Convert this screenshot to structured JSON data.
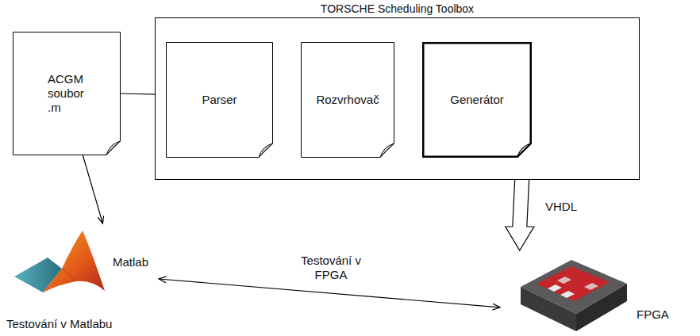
{
  "diagram": {
    "nodes": [
      {
        "text": [
          "ACGM soubor .m"
        ]
      },
      {
        "text": [
          "TORSCHE Scheduling Toolbox"
        ]
      },
      {
        "text": [
          "Parser"
        ],
        "in": 1
      },
      {
        "text": [
          "Rozvrhovač"
        ],
        "in": 1
      },
      {
        "text": [
          "Generátor"
        ],
        "in": 1
      },
      {
        "text": [
          "Matlab",
          "Testování v Matlabu"
        ]
      },
      {
        "text": [
          "FPGA"
        ]
      }
    ],
    "edges": [
      {
        "from": 0,
        "to": 2,
        "arrow": "to"
      },
      {
        "from": 2,
        "to": 3,
        "arrow": "to"
      },
      {
        "from": 3,
        "to": 4,
        "arrow": "to"
      },
      {
        "from": 4,
        "to": 6,
        "label": "VHDL",
        "arrow": "to"
      },
      {
        "from": 0,
        "to": 5,
        "arrow": "to"
      },
      {
        "from": 5,
        "to": 6,
        "label": "Testování v FPGA",
        "arrow": "both"
      }
    ]
  }
}
